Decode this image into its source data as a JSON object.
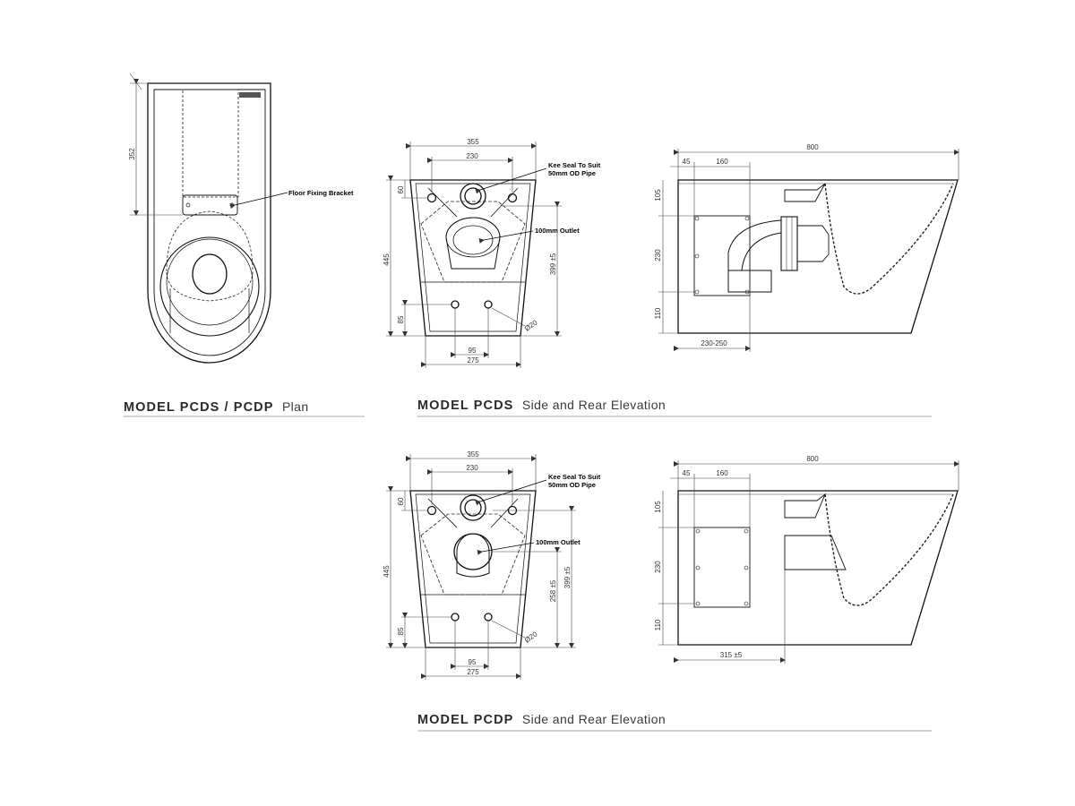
{
  "plan": {
    "caption_model": "MODEL PCDS / PCDP",
    "caption_sub": "Plan",
    "dim_height": "352",
    "note_bracket": "Floor Fixing Bracket"
  },
  "pcds": {
    "caption_model": "MODEL PCDS",
    "caption_sub": "Side and Rear Elevation",
    "rear": {
      "dim_width_top": "355",
      "dim_width_inner": "230",
      "dim_height": "445",
      "dim_top_offset": "60",
      "dim_bottom": "85",
      "dim_outlet_height": "399 ±5",
      "dim_hole_spacing": "95",
      "dim_base_width": "275",
      "dim_hole_dia": "Ø20",
      "note_seal_1": "Kee Seal To Suit",
      "note_seal_2": "50mm OD Pipe",
      "note_outlet": "100mm Outlet"
    },
    "side": {
      "dim_length": "800",
      "dim_45": "45",
      "dim_160": "160",
      "dim_105": "105",
      "dim_230": "230",
      "dim_110": "110",
      "dim_bottom": "230-250"
    }
  },
  "pcdp": {
    "caption_model": "MODEL PCDP",
    "caption_sub": "Side and Rear Elevation",
    "rear": {
      "dim_width_top": "355",
      "dim_width_inner": "230",
      "dim_height": "445",
      "dim_top_offset": "60",
      "dim_bottom": "85",
      "dim_outlet_height": "399 ±5",
      "dim_outlet_low": "258 ±5",
      "dim_hole_spacing": "95",
      "dim_base_width": "275",
      "dim_hole_dia": "Ø20",
      "note_seal_1": "Kee Seal To Suit",
      "note_seal_2": "50mm OD Pipe",
      "note_outlet": "100mm Outlet"
    },
    "side": {
      "dim_length": "800",
      "dim_45": "45",
      "dim_160": "160",
      "dim_105": "105",
      "dim_230": "230",
      "dim_110": "110",
      "dim_bottom": "315 ±5"
    }
  }
}
